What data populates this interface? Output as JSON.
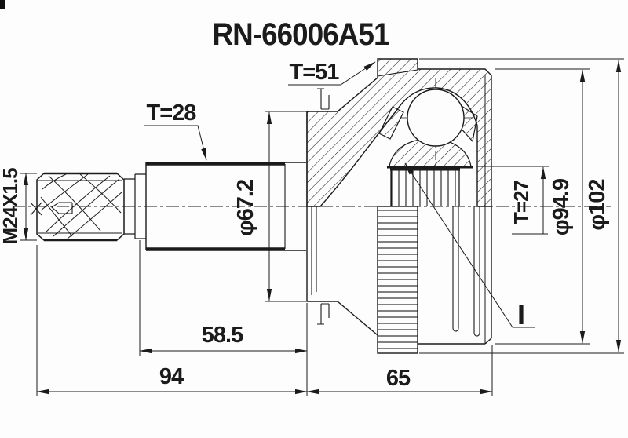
{
  "drawing": {
    "title": "RN-66006A51",
    "labels": {
      "teeth_shaft_spline": "T=28",
      "teeth_abs_ring": "T=51",
      "teeth_inner_race": "T=27",
      "thread_spec": "M24X1.5",
      "dia_boot_seat": "φ67.2",
      "dia_outer_race": "φ94.9",
      "dia_abs_ring": "φ102",
      "len_spline_section": "58.5",
      "len_shaft": "94",
      "len_joint_body": "65",
      "detail_ref": "I"
    },
    "colors": {
      "line": "#1b1b1b",
      "background": "#fdfdfd"
    }
  }
}
